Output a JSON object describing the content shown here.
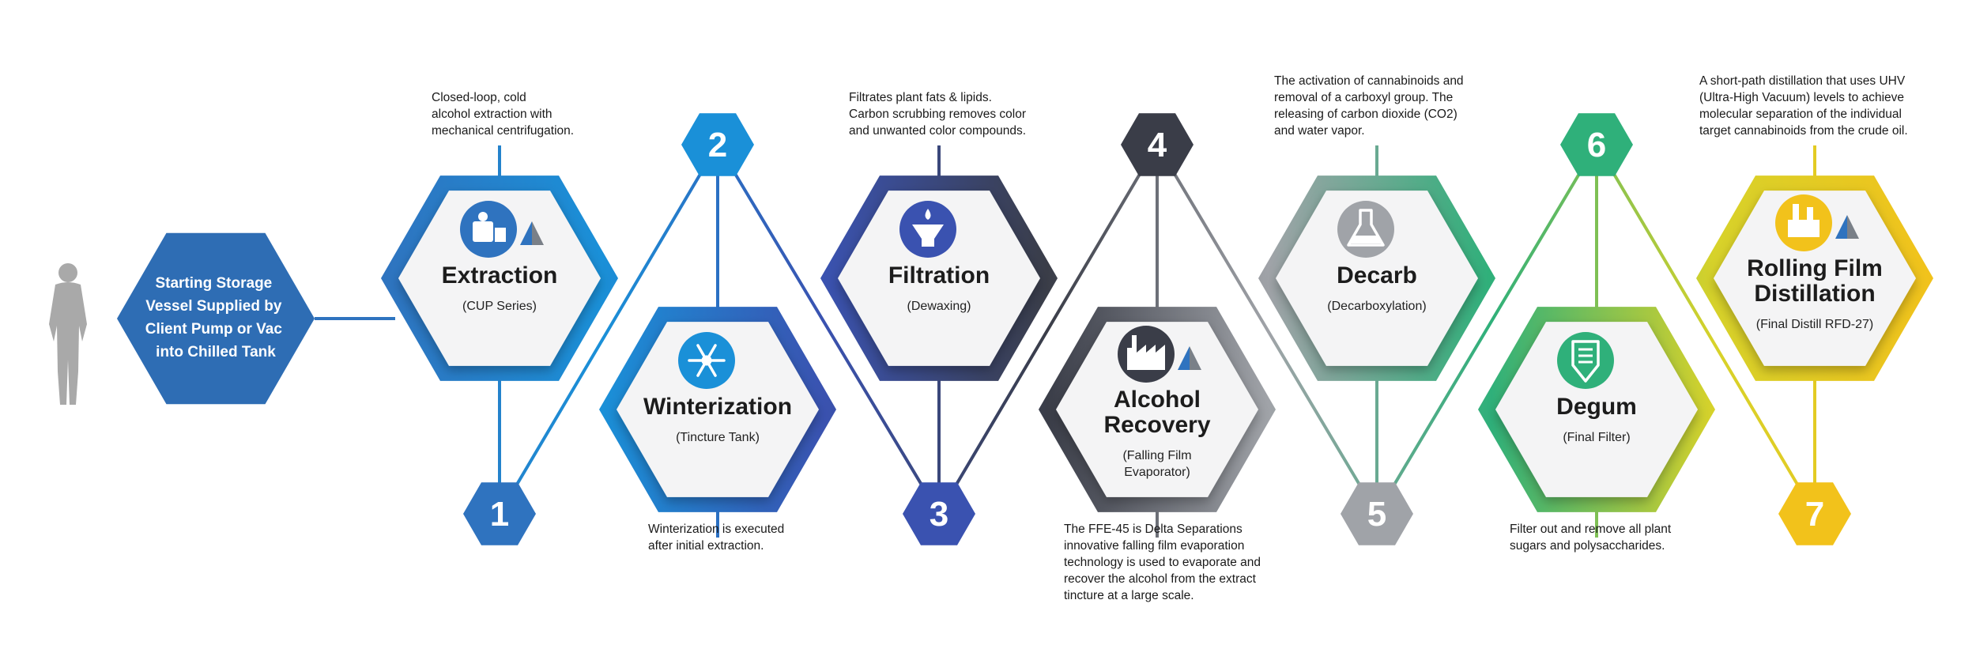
{
  "start": {
    "lines": [
      "Starting Storage",
      "Vessel Supplied by",
      "Client Pump or Vac",
      "into Chilled Tank"
    ],
    "color": "#2e6db4"
  },
  "steps": [
    {
      "number": "1",
      "title": [
        "Extraction"
      ],
      "subtitle": [
        "(CUP Series)"
      ],
      "icon": "centrifuge-machine-icon",
      "color": "#2f73bf",
      "note": [
        "Closed-loop, cold",
        "alcohol extraction with",
        "mechanical centrifugation."
      ]
    },
    {
      "number": "2",
      "title": [
        "Winterization"
      ],
      "subtitle": [
        "(Tincture Tank)"
      ],
      "icon": "snowflake-icon",
      "color": "#1a90d8",
      "note": [
        "Winterization is executed",
        "after initial extraction."
      ]
    },
    {
      "number": "3",
      "title": [
        "Filtration"
      ],
      "subtitle": [
        "(Dewaxing)"
      ],
      "icon": "funnel-filter-icon",
      "color": "#3a52b0",
      "note": [
        "Filtrates plant fats & lipids.",
        "Carbon scrubbing removes color",
        "and unwanted color compounds."
      ]
    },
    {
      "number": "4",
      "title": [
        "Alcohol",
        "Recovery"
      ],
      "subtitle": [
        "(Falling Film",
        "Evaporator)"
      ],
      "icon": "factory-icon",
      "color": "#3a3d48",
      "note": [
        "The FFE-45 is Delta Separations",
        "innovative falling film evaporation",
        "technology is used to evaporate and",
        "recover the alcohol from the extract",
        "tincture at a large scale."
      ]
    },
    {
      "number": "5",
      "title": [
        "Decarb"
      ],
      "subtitle": [
        "(Decarboxylation)"
      ],
      "icon": "flask-icon",
      "color": "#a0a3a8",
      "note": [
        "The activation of cannabinoids and",
        "removal of a carboxyl group. The",
        "releasing of carbon dioxide (CO2)",
        "and water vapor."
      ]
    },
    {
      "number": "6",
      "title": [
        "Degum"
      ],
      "subtitle": [
        "(Final Filter)"
      ],
      "icon": "filter-cartridge-icon",
      "color": "#2fb07a",
      "note": [
        "Filter out and remove all plant",
        "sugars and polysaccharides."
      ]
    },
    {
      "number": "7",
      "title": [
        "Rolling Film",
        "Distillation"
      ],
      "subtitle": [
        "(Final Distill RFD-27)"
      ],
      "icon": "distillation-apparatus-icon",
      "color": "#f2c21b",
      "note": [
        "A short-path distillation that uses UHV",
        "(Ultra-High Vacuum) levels to achieve",
        "molecular separation of the individual",
        "target cannabinoids from the crude oil."
      ]
    }
  ],
  "colors": {
    "gradient": [
      "#2f73bf",
      "#1a90d8",
      "#3a52b0",
      "#3a3d48",
      "#a0a3a8",
      "#2fb07a",
      "#d7d22a",
      "#f2c21b"
    ],
    "person": "#a9a9a9",
    "inner_hex": "#f4f4f5",
    "connector_line": "#2f80c8"
  }
}
